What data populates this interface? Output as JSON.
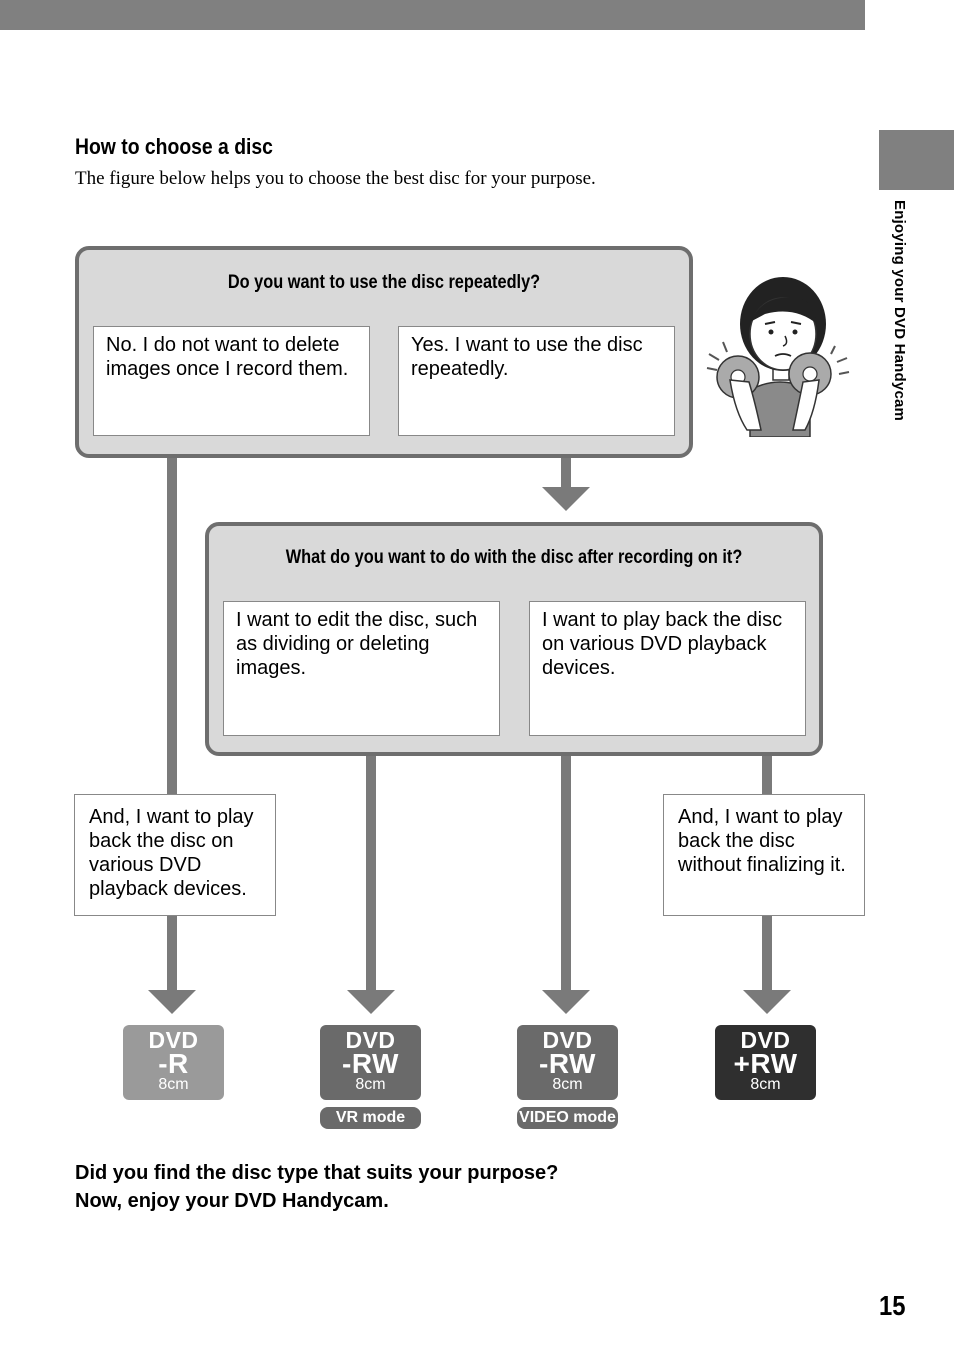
{
  "header": {
    "section_tab": "Enjoying your DVD Handycam"
  },
  "section": {
    "title": "How to choose a disc",
    "intro": "The figure below helps you to choose the best disc for your purpose."
  },
  "question1": {
    "text": "Do you want to use the disc repeatedly?",
    "option_no": "No. I do not want to delete images once I record them.",
    "option_yes": "Yes. I want to use the disc repeatedly."
  },
  "question2": {
    "text": "What do you want to do with the disc after recording on it?",
    "option_edit": "I want to edit the disc, such as dividing or deleting images.",
    "option_play": "I want to play back the disc on various DVD playback devices."
  },
  "conditions": {
    "left": "And, I want to play back the disc on various DVD playback devices.",
    "right": "And, I want to play back the disc without finalizing it."
  },
  "discs": [
    {
      "line1": "DVD",
      "line2": "-R",
      "size": "8cm",
      "color": "#9a9a9a",
      "mode": ""
    },
    {
      "line1": "DVD",
      "line2": "-RW",
      "size": "8cm",
      "color": "#6a6a6a",
      "mode": "VR mode"
    },
    {
      "line1": "DVD",
      "line2": "-RW",
      "size": "8cm",
      "color": "#6a6a6a",
      "mode": "VIDEO mode"
    },
    {
      "line1": "DVD",
      "line2": "+RW",
      "size": "8cm",
      "color": "#2f2f2f",
      "mode": ""
    }
  ],
  "closing": {
    "line1": "Did you find the disc type that suits your purpose?",
    "line2": "Now, enjoy your DVD Handycam."
  },
  "page_number": "15"
}
